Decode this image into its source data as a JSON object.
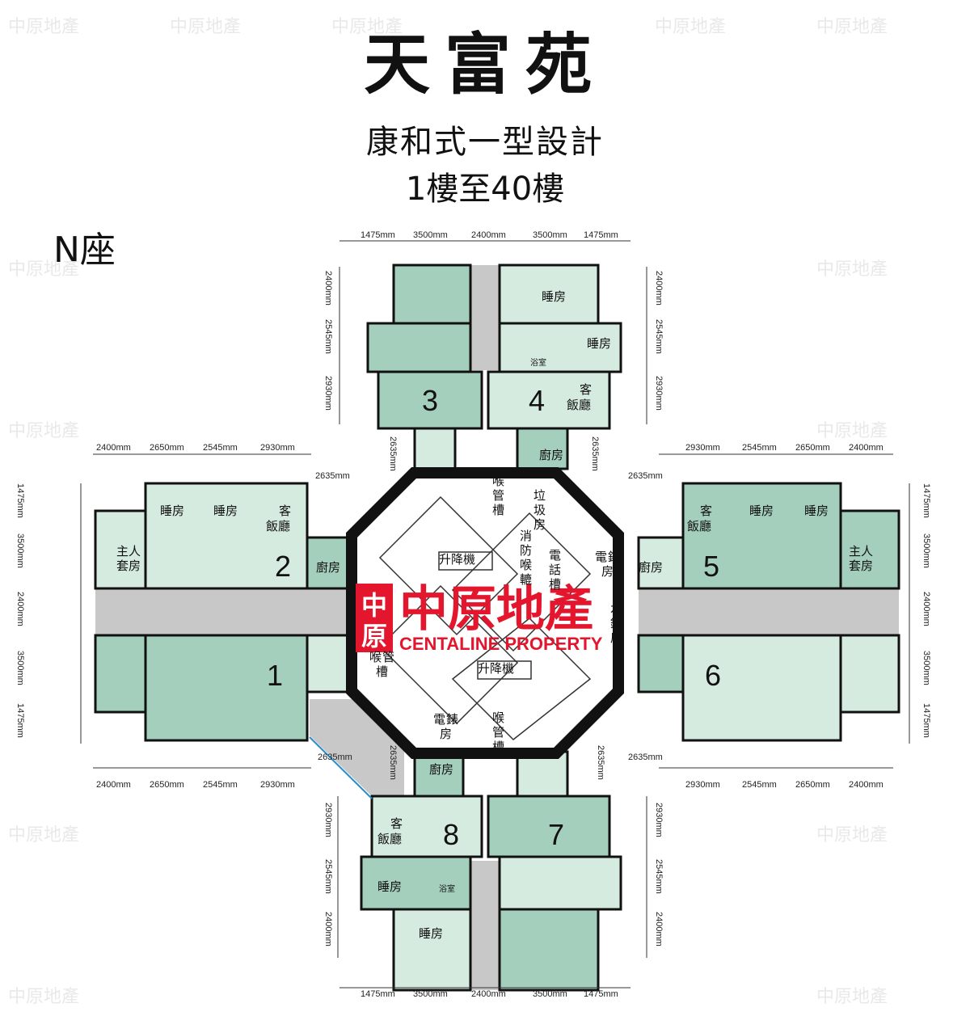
{
  "title": "天富苑",
  "subtitle": "康和式一型設計",
  "floors": "1樓至40樓",
  "block": "N座",
  "units": [
    "1",
    "2",
    "3",
    "4",
    "5",
    "6",
    "7",
    "8"
  ],
  "rooms": {
    "bedroom": "睡房",
    "master_a": "主人",
    "master_b": "套房",
    "living_a": "客",
    "living_b": "飯廳",
    "bath": "浴室",
    "kitchen": "廚房",
    "riser": [
      "喉",
      "管",
      "槽"
    ],
    "refuse": [
      "垃",
      "圾",
      "房"
    ],
    "fire": [
      "消",
      "防",
      "喉",
      "轆"
    ],
    "phone": [
      "電",
      "話",
      "槽"
    ],
    "meter": [
      "電",
      "錶",
      "房"
    ],
    "water": [
      "水",
      "錶",
      "房"
    ],
    "lift": "升降機"
  },
  "dims": {
    "top": [
      "1475mm",
      "3500mm",
      "2400mm",
      "3500mm",
      "1475mm"
    ],
    "side_v": [
      "2400mm",
      "2545mm",
      "2930mm"
    ],
    "wing": [
      "2400mm",
      "2650mm",
      "2545mm",
      "2930mm"
    ],
    "wing_r": [
      "2930mm",
      "2545mm",
      "2650mm",
      "2400mm"
    ],
    "wing_v": [
      "1475mm",
      "3500mm",
      "2400mm",
      "3500mm",
      "1475mm"
    ],
    "gap": "2635mm"
  },
  "brand": {
    "name": "中原地產",
    "en": "CENTALINE PROPERTY",
    "seal_a": "中",
    "seal_b": "原"
  },
  "colors": {
    "dark": "#a5cfbd",
    "light": "#d6ebe0",
    "corridor": "#c8c8c8",
    "wall": "#111111",
    "brand": "#e3162d"
  }
}
